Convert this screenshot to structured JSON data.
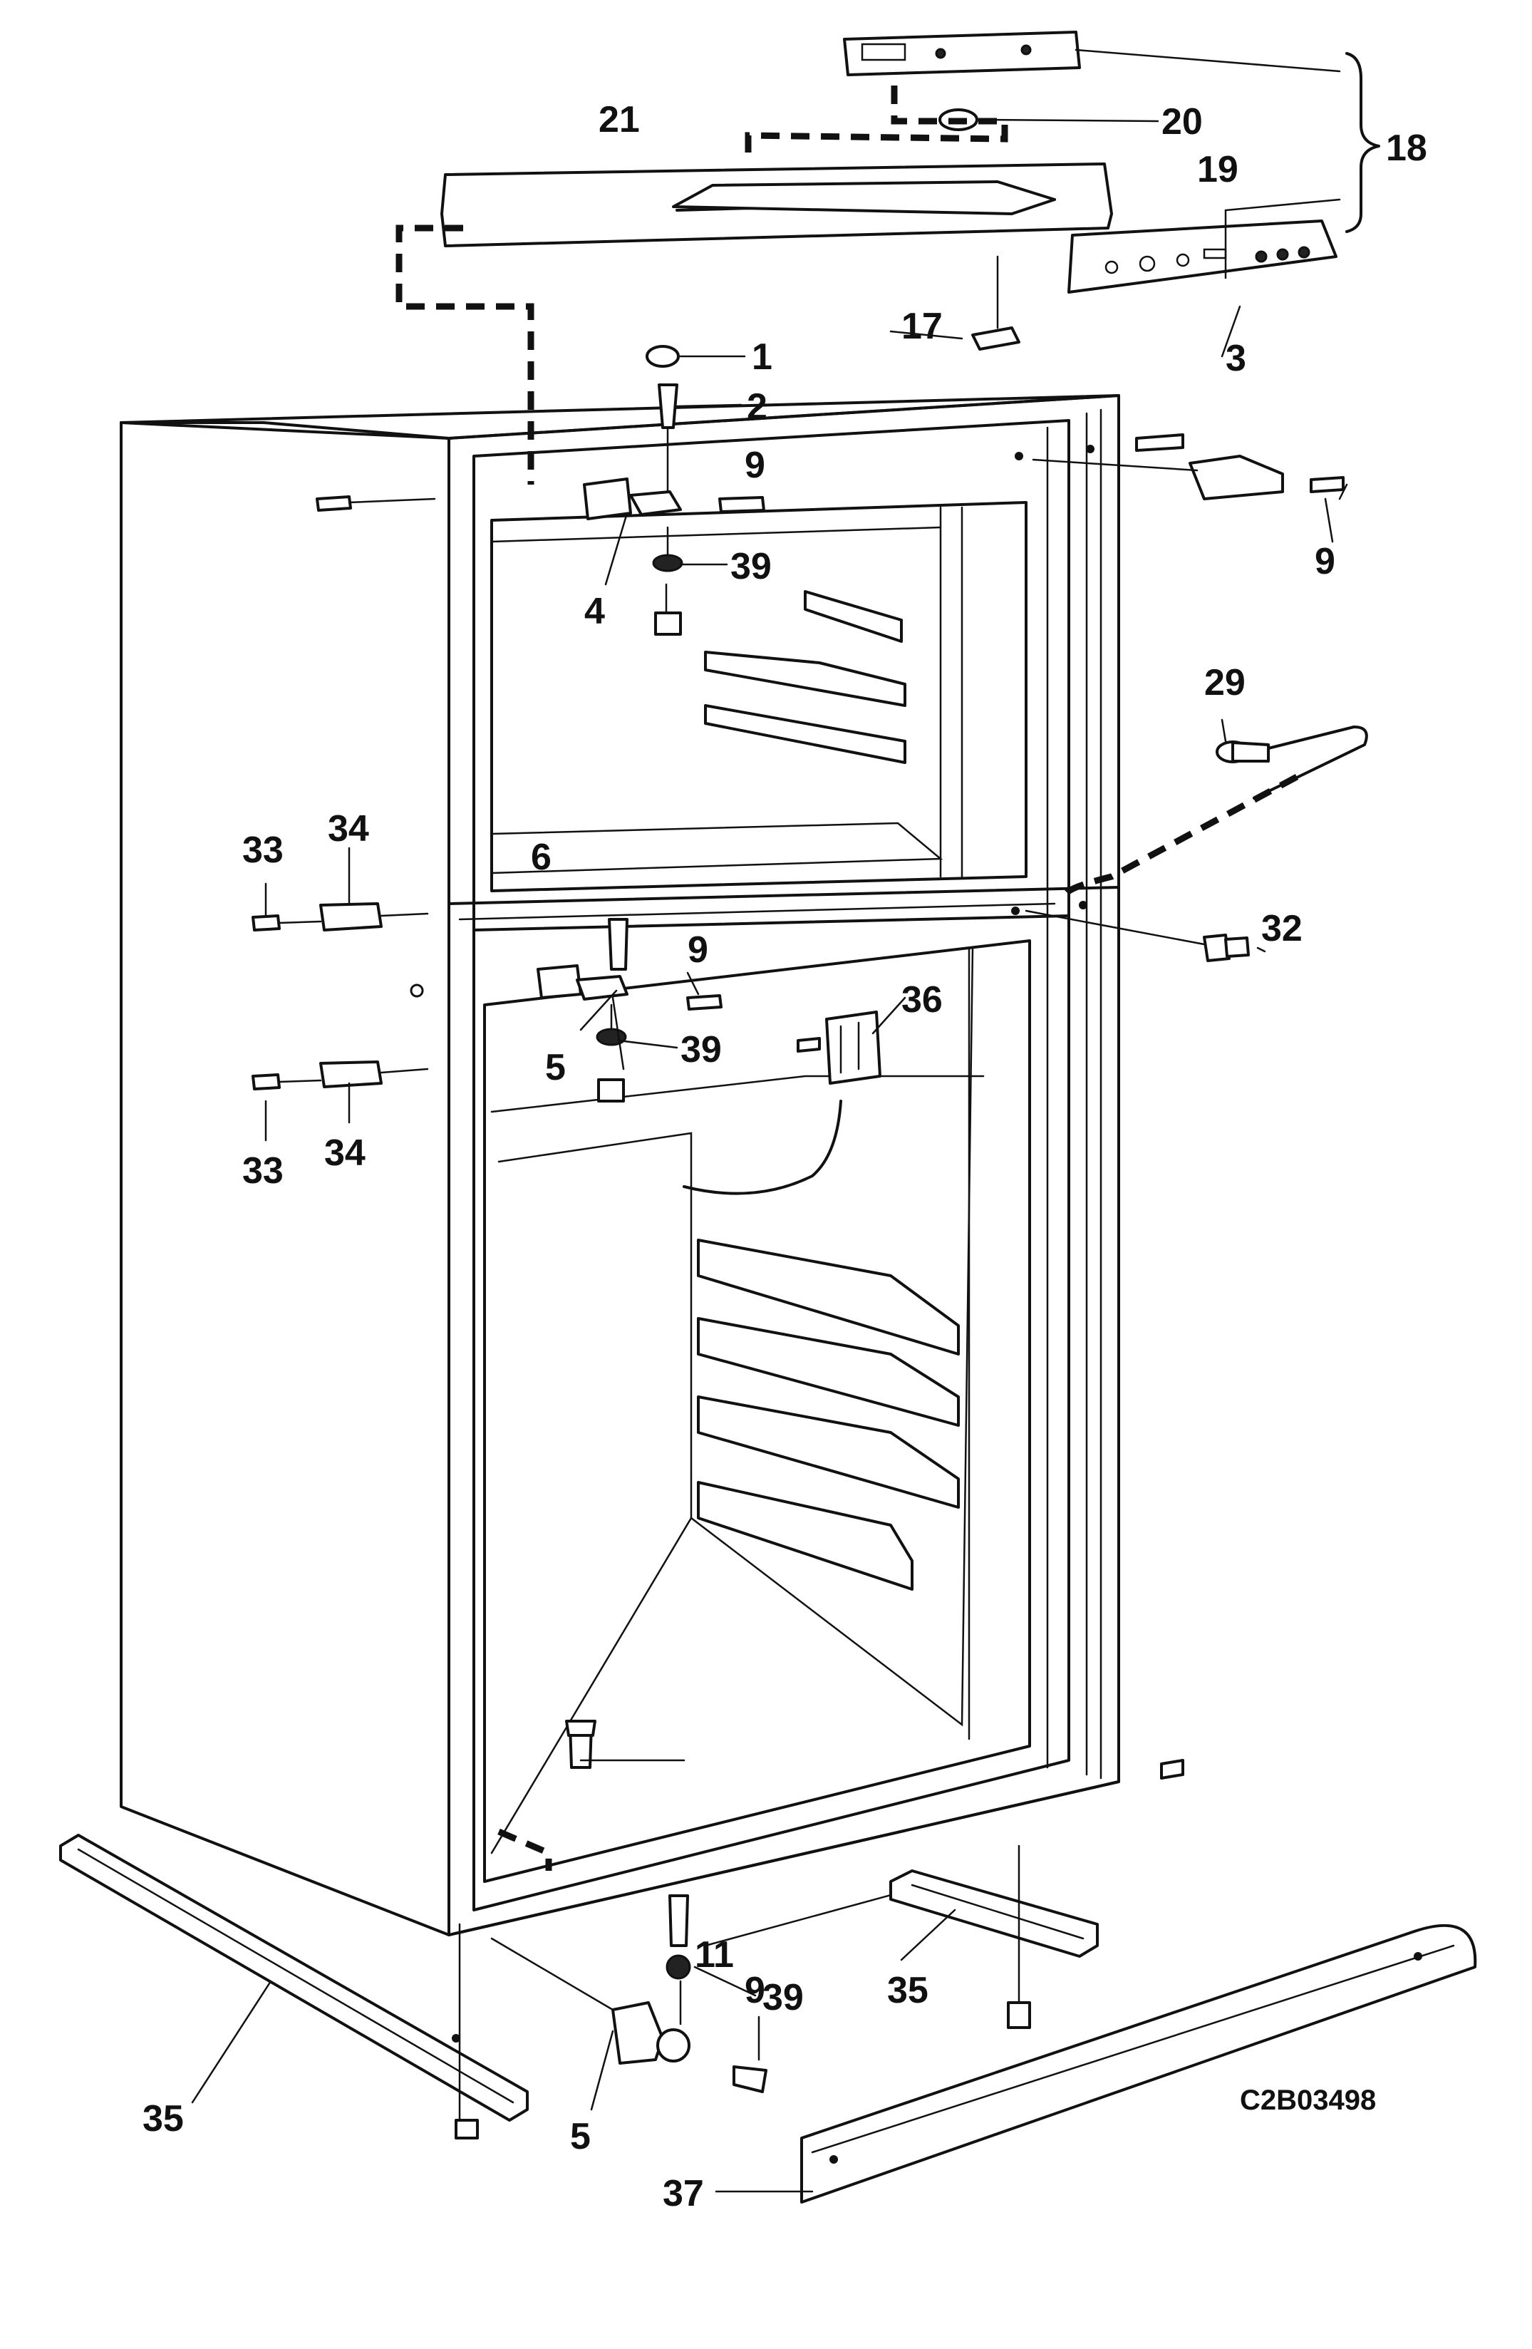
{
  "drawing_code": "C2B03498",
  "callouts": {
    "c1": "1",
    "c2": "2",
    "c3": "3",
    "c4": "4",
    "c5a": "5",
    "c5b": "5",
    "c6": "6",
    "c9a": "9",
    "c9b": "9",
    "c9c": "9",
    "c9d": "9",
    "c11": "11",
    "c17": "17",
    "c18": "18",
    "c19": "19",
    "c20": "20",
    "c21": "21",
    "c29": "29",
    "c32": "32",
    "c33a": "33",
    "c33b": "33",
    "c34a": "34",
    "c34b": "34",
    "c35a": "35",
    "c35b": "35",
    "c36": "36",
    "c37": "37",
    "c39a": "39",
    "c39b": "39",
    "c39c": "39"
  }
}
